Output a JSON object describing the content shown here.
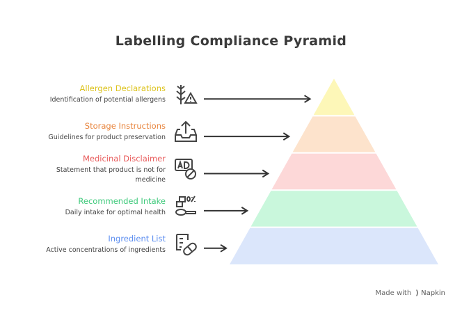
{
  "title": "Labelling Compliance Pyramid",
  "levels": [
    {
      "heading": "Allergen Declarations",
      "desc": "Identification of potential allergens",
      "color": "#dcc21a",
      "fill": "#fdf7b8",
      "icon": "wheat-warning-icon"
    },
    {
      "heading": "Storage Instructions",
      "desc": "Guidelines for product preservation",
      "color": "#e8843c",
      "fill": "#fde3cc",
      "icon": "inbox-upload-icon"
    },
    {
      "heading": "Medicinal Disclaimer",
      "desc": "Statement that product is not for medicine",
      "color": "#e85a5a",
      "fill": "#fdd8d8",
      "icon": "no-ad-icon"
    },
    {
      "heading": "Recommended Intake",
      "desc": "Daily intake for optimal health",
      "color": "#3dc97a",
      "fill": "#c9f7dc",
      "icon": "scoop-percent-icon"
    },
    {
      "heading": "Ingredient List",
      "desc": "Active concentrations of ingredients",
      "color": "#5b8df0",
      "fill": "#dbe6fb",
      "icon": "list-pill-icon"
    }
  ],
  "footer": {
    "made_with": "Made with",
    "brand": "Napkin"
  }
}
